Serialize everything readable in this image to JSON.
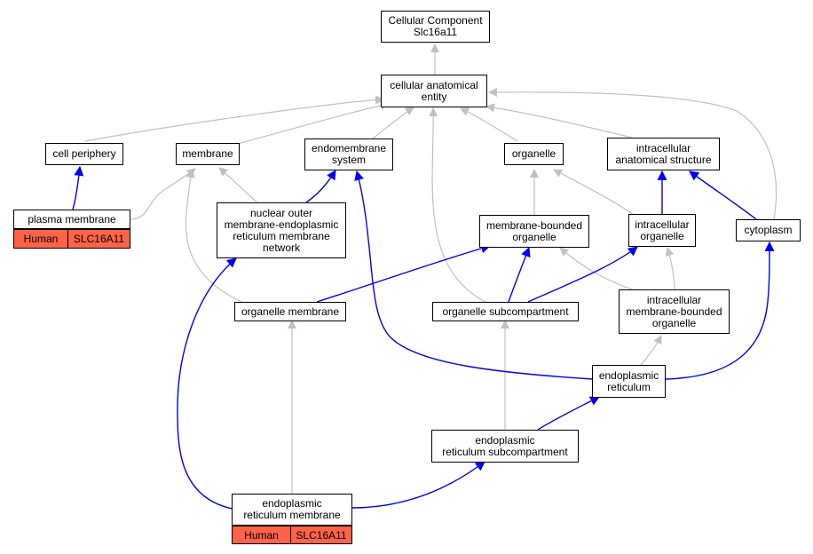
{
  "colors": {
    "is_a_edge": "#c0c0c0",
    "part_of_edge": "#0000ee",
    "annotation_fill": "#ff6347",
    "node_border": "#000000"
  },
  "nodes": {
    "root": {
      "line1": "Cellular Component",
      "line2": "Slc16a11"
    },
    "cellular_anatomical_entity": {
      "line1": "cellular anatomical",
      "line2": "entity"
    },
    "cell_periphery": {
      "line1": "cell periphery"
    },
    "membrane": {
      "line1": "membrane"
    },
    "endomembrane_system": {
      "line1": "endomembrane",
      "line2": "system"
    },
    "organelle": {
      "line1": "organelle"
    },
    "intracellular_anatomical_structure": {
      "line1": "intracellular",
      "line2": "anatomical structure"
    },
    "plasma_membrane": {
      "line1": "plasma membrane",
      "species": "Human",
      "gene": "SLC16A11"
    },
    "nuclear_outer_membrane": {
      "line1": "nuclear outer",
      "line2": "membrane-endoplasmic",
      "line3": "reticulum membrane",
      "line4": "network"
    },
    "membrane_bounded_organelle": {
      "line1": "membrane-bounded",
      "line2": "organelle"
    },
    "intracellular_organelle": {
      "line1": "intracellular",
      "line2": "organelle"
    },
    "cytoplasm": {
      "line1": "cytoplasm"
    },
    "organelle_membrane": {
      "line1": "organelle membrane"
    },
    "organelle_subcompartment": {
      "line1": "organelle subcompartment"
    },
    "intracellular_membrane_bounded_organelle": {
      "line1": "intracellular",
      "line2": "membrane-bounded",
      "line3": "organelle"
    },
    "endoplasmic_reticulum": {
      "line1": "endoplasmic",
      "line2": "reticulum"
    },
    "er_subcompartment": {
      "line1": "endoplasmic",
      "line2": "reticulum subcompartment"
    },
    "er_membrane": {
      "line1": "endoplasmic",
      "line2": "reticulum membrane",
      "species": "Human",
      "gene": "SLC16A11"
    }
  }
}
